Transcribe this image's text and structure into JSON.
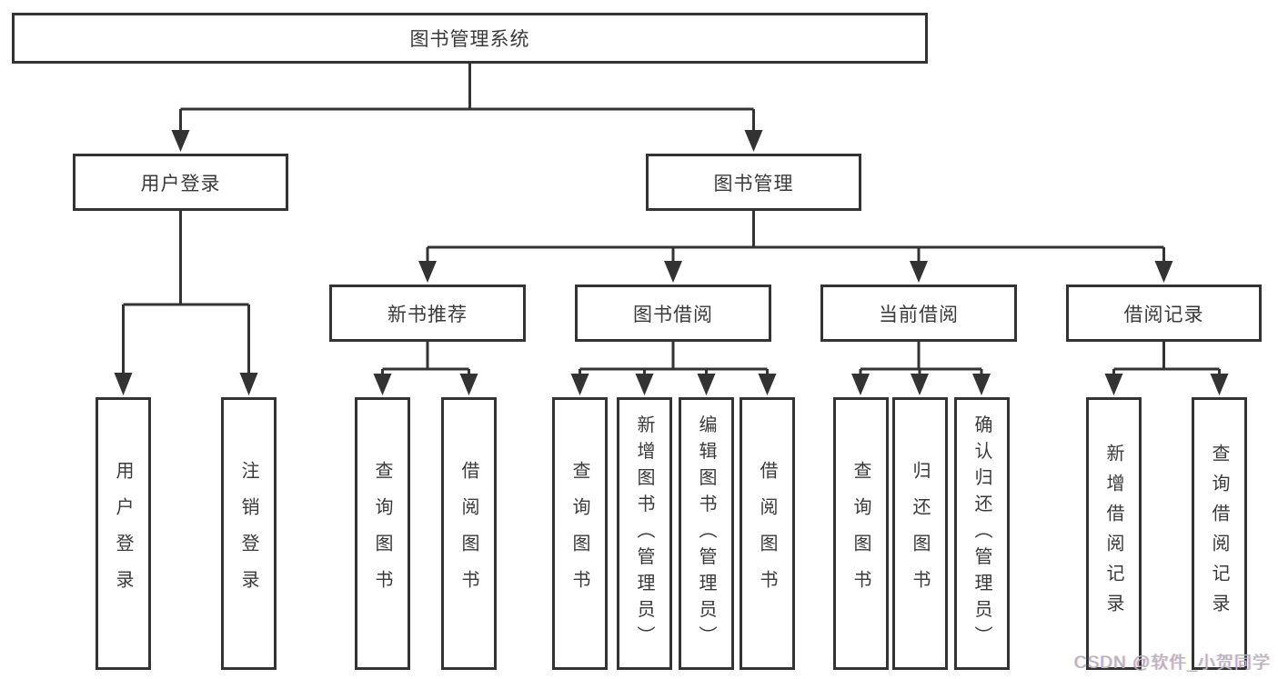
{
  "nodes": {
    "root": {
      "label": "图书管理系统"
    },
    "level1": {
      "user_login": {
        "label": "用户登录"
      },
      "book_mgmt": {
        "label": "图书管理"
      }
    },
    "level2": {
      "new_books": {
        "label": "新书推荐"
      },
      "book_borrow": {
        "label": "图书借阅"
      },
      "current_borrow": {
        "label": "当前借阅"
      },
      "borrow_records": {
        "label": "借阅记录"
      }
    },
    "leaves": {
      "user_login": {
        "label": "用户登录"
      },
      "logout": {
        "label": "注销登录"
      },
      "nb_query_books": {
        "label": "查询图书"
      },
      "nb_borrow_books": {
        "label": "借阅图书"
      },
      "bb_query_books": {
        "label": "查询图书"
      },
      "bb_add_books": {
        "label": "新增图书（管理员）"
      },
      "bb_edit_books": {
        "label": "编辑图书（管理员）"
      },
      "bb_borrow_books": {
        "label": "借阅图书"
      },
      "cb_query_books": {
        "label": "查询图书"
      },
      "cb_return_books": {
        "label": "归还图书"
      },
      "cb_confirm_return": {
        "label": "确认归还（管理员）"
      },
      "br_add_record": {
        "label": "新增借阅记录"
      },
      "br_query_record": {
        "label": "查询借阅记录"
      }
    }
  },
  "watermark": {
    "text": "CSDN @软件_小贺同学"
  },
  "style": {
    "line_color": "#333333",
    "text_color": "#3a3a3a",
    "watermark_color": "#b5b5b5",
    "background": "#ffffff"
  }
}
